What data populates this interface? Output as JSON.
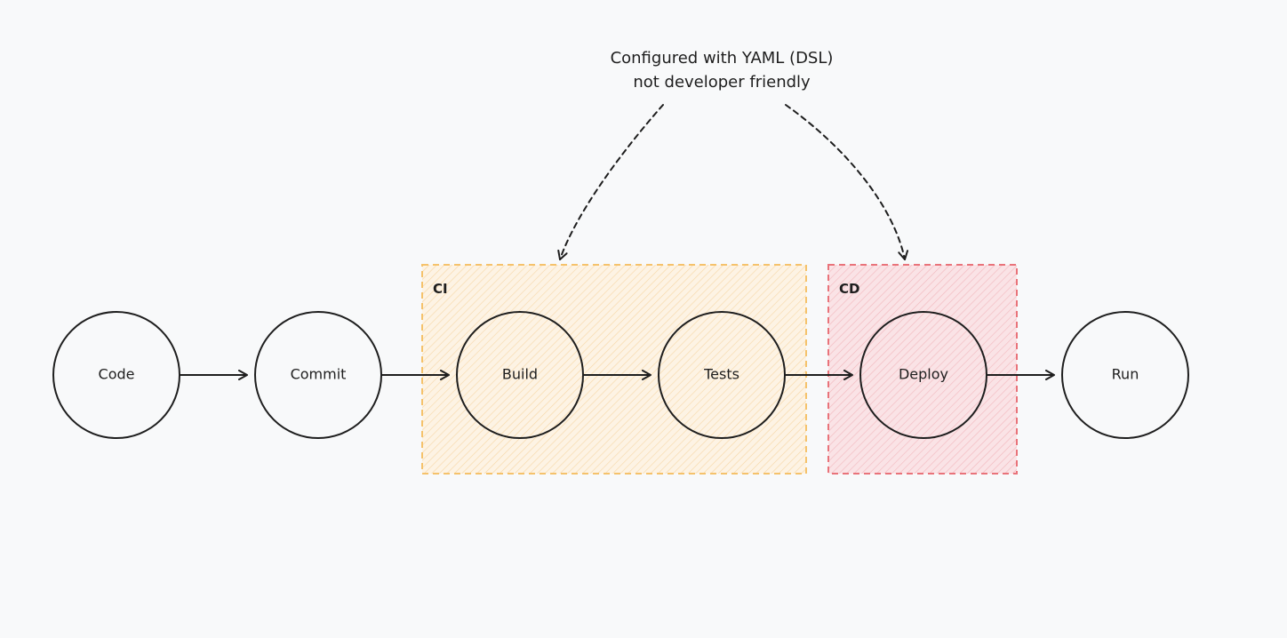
{
  "annotation": {
    "line1": "Configured with YAML (DSL)",
    "line2": "not developer friendly"
  },
  "groups": {
    "ci": {
      "label": "CI",
      "color": "#f5c26b",
      "fill": "#fdf0dd"
    },
    "cd": {
      "label": "CD",
      "color": "#e9737a",
      "fill": "#f9dfe2"
    }
  },
  "nodes": {
    "code": "Code",
    "commit": "Commit",
    "build": "Build",
    "tests": "Tests",
    "deploy": "Deploy",
    "run": "Run"
  },
  "colors": {
    "stroke": "#1e1e1e",
    "background": "#f8f9fa"
  }
}
